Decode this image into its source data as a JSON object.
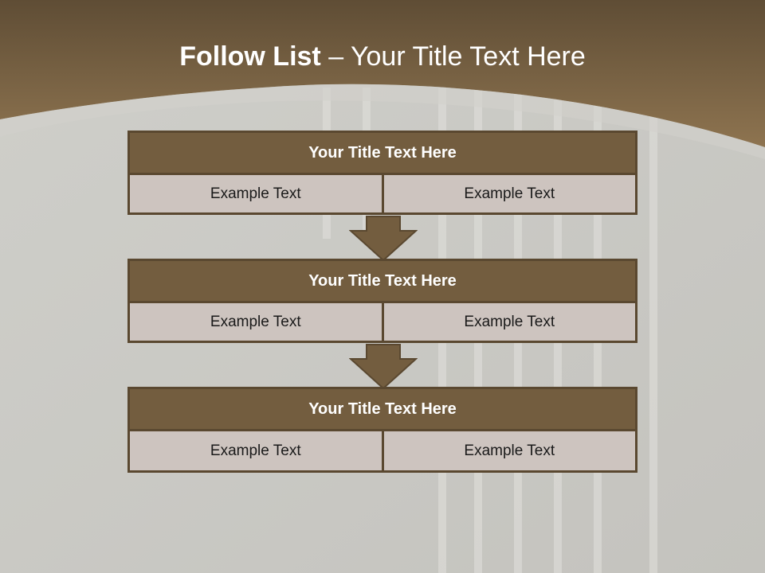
{
  "slide": {
    "title_bold": "Follow List",
    "title_rest": " – Your Title Text Here"
  },
  "steps": [
    {
      "title": "Your Title Text Here",
      "left": "Example Text",
      "right": "Example Text"
    },
    {
      "title": "Your Title Text Here",
      "left": "Example Text",
      "right": "Example Text"
    },
    {
      "title": "Your Title Text Here",
      "left": "Example Text",
      "right": "Example Text"
    }
  ],
  "colors": {
    "header_fill": "#735d3f",
    "border": "#5a4830",
    "cell_fill": "#cdc4bf",
    "banner": "#7a6344"
  }
}
